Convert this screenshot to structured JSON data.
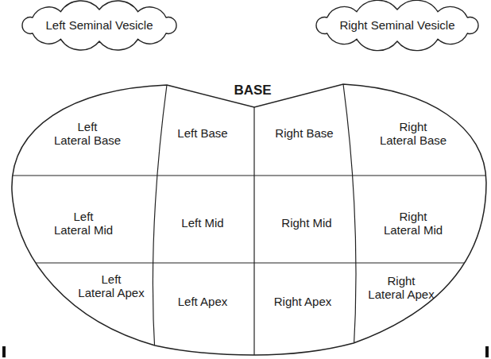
{
  "diagram": {
    "nodes": [
      {
        "text": [
          "Left Seminal Vesicle"
        ]
      },
      {
        "text": [
          "Right Seminal Vesicle"
        ]
      },
      {
        "text": [
          "BASE"
        ]
      },
      {
        "text": [
          "Left Lateral Base"
        ],
        "in": 2
      },
      {
        "text": [
          "Left Base"
        ],
        "in": 2
      },
      {
        "text": [
          "Right Base"
        ],
        "in": 2
      },
      {
        "text": [
          "Right Lateral Base"
        ],
        "in": 2
      },
      {
        "text": [
          "Left Lateral Mid"
        ],
        "in": 2
      },
      {
        "text": [
          "Left Mid"
        ],
        "in": 2
      },
      {
        "text": [
          "Right Mid"
        ],
        "in": 2
      },
      {
        "text": [
          "Right Lateral Mid"
        ],
        "in": 2
      },
      {
        "text": [
          "Left Lateral Apex"
        ],
        "in": 2
      },
      {
        "text": [
          "Left Apex"
        ],
        "in": 2
      },
      {
        "text": [
          "Right Apex"
        ],
        "in": 2
      },
      {
        "text": [
          "Right Lateral Apex"
        ],
        "in": 2
      }
    ]
  }
}
